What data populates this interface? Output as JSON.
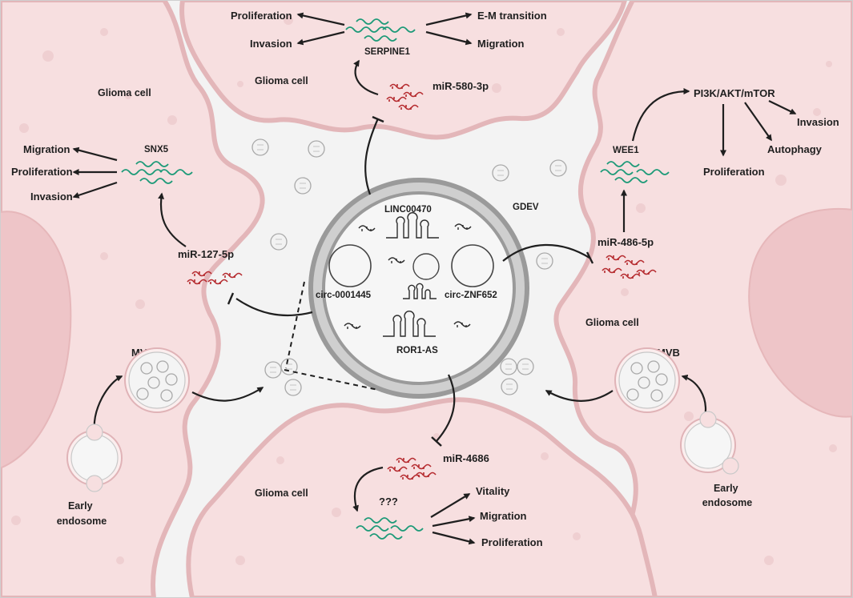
{
  "top_cell": {
    "cell_label": "Glioma cell",
    "gene": "SERPINE1",
    "mirna": "miR-580-3p",
    "outputs_left": [
      "Proliferation",
      "Invasion"
    ],
    "outputs_right": [
      "E-M transition",
      "Migration"
    ]
  },
  "left_cell": {
    "cell_label": "Glioma cell",
    "gene": "SNX5",
    "mirna": "miR-127-5p",
    "outputs": [
      "Migration",
      "Proliferation",
      "Invasion"
    ],
    "mvb_label": "MVB",
    "endosome_label": "Early\nendosome"
  },
  "right_cell": {
    "cell_label": "Glioma cell",
    "gene": "WEE1",
    "mirna": "miR-486-5p",
    "pathway": "PI3K/AKT/mTOR",
    "outputs": [
      "Proliferation",
      "Autophagy",
      "Invasion"
    ],
    "mvb_label": "MVB",
    "endosome_label": "Early\nendosome"
  },
  "bottom_cell": {
    "cell_label": "Glioma cell",
    "gene": "???",
    "mirna": "miR-4686",
    "outputs": [
      "Vitality",
      "Migration",
      "Proliferation"
    ]
  },
  "center": {
    "gdev_label": "GDEV",
    "lnc_label": "LINC00470",
    "circ_left": "circ-0001445",
    "circ_right": "circ-ZNF652",
    "ror_label": "ROR1-AS"
  }
}
